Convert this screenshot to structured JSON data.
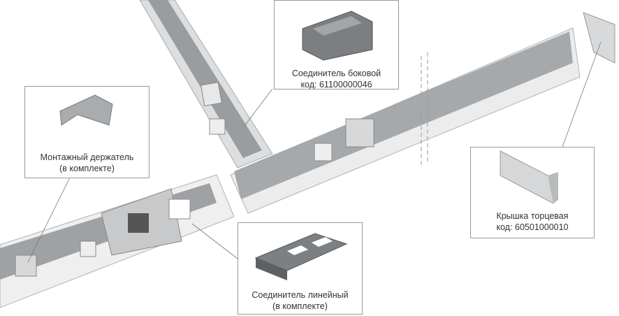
{
  "callouts": {
    "side_connector": {
      "name": "Соединитель боковой",
      "code": "код: 61100000046"
    },
    "mount_holder": {
      "name": "Монтажный держатель",
      "note": "(в комплекте)"
    },
    "linear_connector": {
      "name": "Соединитель линейный",
      "note": "(в комплекте)"
    },
    "end_cap": {
      "name": "Крышка торцевая",
      "code": "код: 60501000010"
    }
  },
  "colors": {
    "metal": "#c9cbcd",
    "metal_dark": "#6f7275",
    "white": "#f2f2f2",
    "border": "#9a9a9a"
  }
}
